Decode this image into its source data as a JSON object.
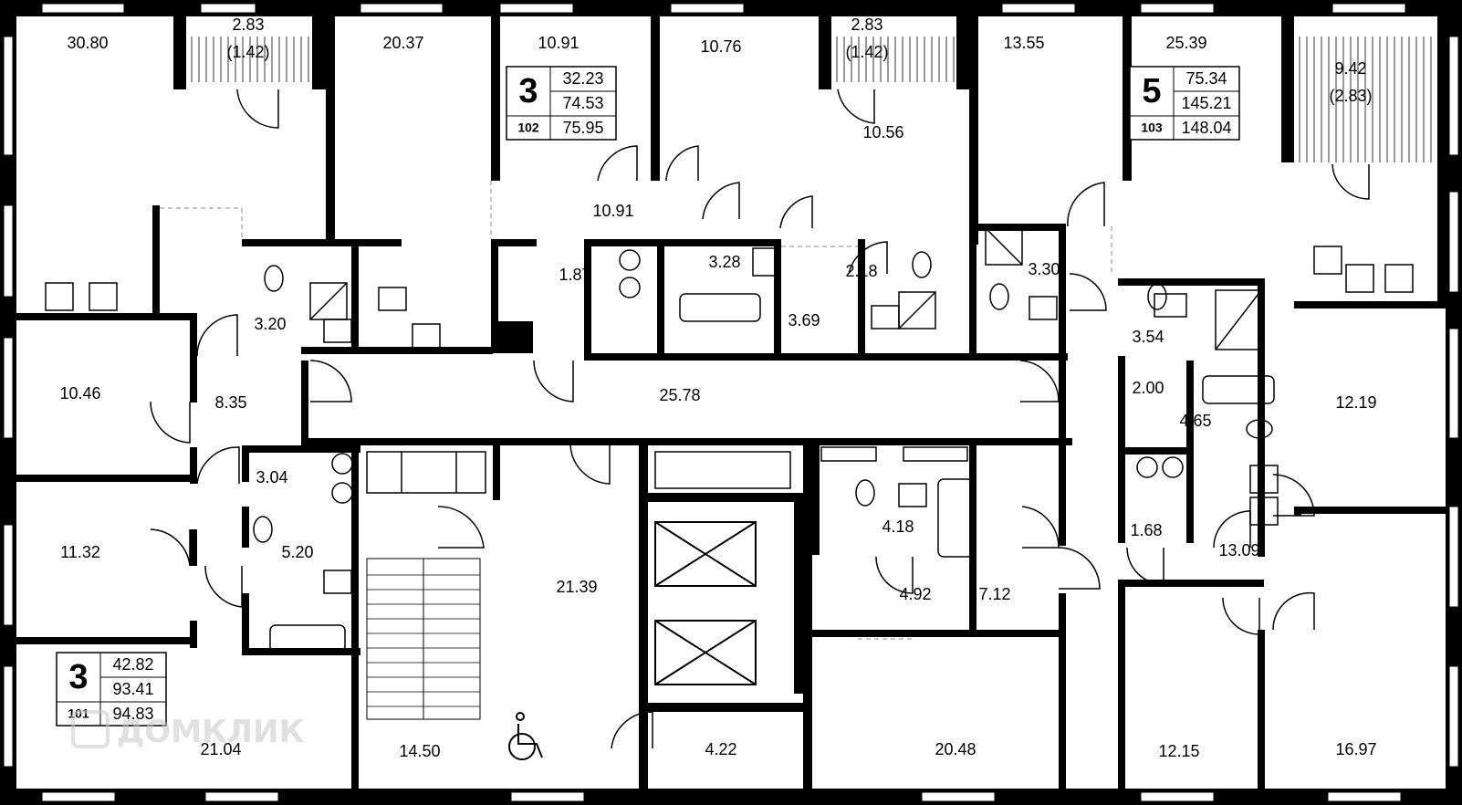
{
  "apartments": [
    {
      "id": "101",
      "rooms": "3",
      "areas": [
        "42.82",
        "93.41",
        "94.83"
      ]
    },
    {
      "id": "102",
      "rooms": "3",
      "areas": [
        "32.23",
        "74.53",
        "75.95"
      ]
    },
    {
      "id": "103",
      "rooms": "5",
      "areas": [
        "75.34",
        "145.21",
        "148.04"
      ]
    }
  ],
  "rooms": [
    "30.80",
    "2.83",
    "(1.42)",
    "20.37",
    "10.91",
    "10.76",
    "2.83",
    "(1.42)",
    "13.55",
    "25.39",
    "9.42",
    "(2.83)",
    "10.56",
    "10.91",
    "1.87",
    "3.28",
    "2.18",
    "3.30",
    "3.20",
    "3.69",
    "3.54",
    "10.46",
    "8.35",
    "25.78",
    "2.00",
    "12.19",
    "4.65",
    "3.04",
    "4.18",
    "1.68",
    "11.32",
    "5.20",
    "13.09",
    "21.39",
    "4.92",
    "7.12",
    "21.04",
    "14.50",
    "4.22",
    "20.48",
    "12.15",
    "16.97"
  ],
  "watermark": "ДОМКЛИК",
  "colors": {
    "wall": "#000000",
    "background": "#ffffff",
    "fixture": "#000000",
    "watermark": "#c8c8c8"
  }
}
